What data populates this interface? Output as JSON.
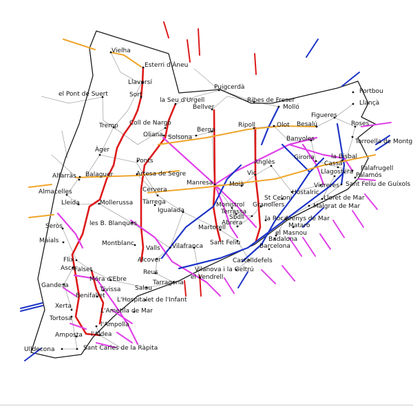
{
  "map": {
    "colors": {
      "border": "#1a1a1a",
      "road": "#a8a8a8",
      "red": "#dd1a1a",
      "magenta": "#e040e8",
      "blue": "#1c33c8",
      "orange": "#f0a52a"
    },
    "towns": [
      {
        "label": "Vielha"
      },
      {
        "label": "Esterri d'Àneu"
      },
      {
        "label": "Llavorsí"
      },
      {
        "label": "el Pont de Suert"
      },
      {
        "label": "Sort"
      },
      {
        "label": "la Seu d'Urgell"
      },
      {
        "label": "Puigcerdà"
      },
      {
        "label": "Bellver"
      },
      {
        "label": "Ribes de Freser"
      },
      {
        "label": "Molló"
      },
      {
        "label": "Portbou"
      },
      {
        "label": "Llançà"
      },
      {
        "label": "Tremp"
      },
      {
        "label": "Coll de Nargó"
      },
      {
        "label": "Oliana"
      },
      {
        "label": "Berga"
      },
      {
        "label": "Solsona"
      },
      {
        "label": "Ripoll"
      },
      {
        "label": "Olot"
      },
      {
        "label": "Besalú"
      },
      {
        "label": "Figueres"
      },
      {
        "label": "Roses"
      },
      {
        "label": "Torroella de Montgrí"
      },
      {
        "label": "Àger"
      },
      {
        "label": "Banyoles"
      },
      {
        "label": "Girona"
      },
      {
        "label": "la Bisbal"
      },
      {
        "label": "Cassà"
      },
      {
        "label": "Llagostera"
      },
      {
        "label": "Palafrugell"
      },
      {
        "label": "Palamós"
      },
      {
        "label": "Sant Feliu de Guíxols"
      },
      {
        "label": "Ponts"
      },
      {
        "label": "Anglès"
      },
      {
        "label": "Vidreres"
      },
      {
        "label": "Hostalric"
      },
      {
        "label": "Balaguer"
      },
      {
        "label": "Artesa de Segre"
      },
      {
        "label": "Alfarràs"
      },
      {
        "label": "Almacelles"
      },
      {
        "label": "Lleida"
      },
      {
        "label": "Mollerussa"
      },
      {
        "label": "Cervera"
      },
      {
        "label": "Tàrrega"
      },
      {
        "label": "Manresa"
      },
      {
        "label": "Moià"
      },
      {
        "label": "Vic"
      },
      {
        "label": "St Celoni"
      },
      {
        "label": "Lloret de Mar"
      },
      {
        "label": "Malgrat de Mar"
      },
      {
        "label": "Igualada"
      },
      {
        "label": "Monistrol"
      },
      {
        "label": "Terrassa"
      },
      {
        "label": "Sbdll"
      },
      {
        "label": "Granollers"
      },
      {
        "label": "la Roca"
      },
      {
        "label": "Arenys de Mar"
      },
      {
        "label": "Seròs"
      },
      {
        "label": "les B. Blanques"
      },
      {
        "label": "Martorell"
      },
      {
        "label": "Abrera"
      },
      {
        "label": "Mataró"
      },
      {
        "label": "el Masnou"
      },
      {
        "label": "Maials"
      },
      {
        "label": "Montblanc"
      },
      {
        "label": "Sant Feliu"
      },
      {
        "label": "Badalona"
      },
      {
        "label": "Barcelona"
      },
      {
        "label": "Valls"
      },
      {
        "label": "Vilafranca"
      },
      {
        "label": "Flix"
      },
      {
        "label": "Ascó"
      },
      {
        "label": "Alcover"
      },
      {
        "label": "Castelldefels"
      },
      {
        "label": "Falset"
      },
      {
        "label": "Reus"
      },
      {
        "label": "el Vendrell"
      },
      {
        "label": "Vilanova i la Geltrú"
      },
      {
        "label": "Móra d'Ebre"
      },
      {
        "label": "Tarragona"
      },
      {
        "label": "Gandesa"
      },
      {
        "label": "Tivissa"
      },
      {
        "label": "Salou"
      },
      {
        "label": "Benifallet"
      },
      {
        "label": "L'Hospitalet de l'Infant"
      },
      {
        "label": "Xerta"
      },
      {
        "label": "L'Ametlla de Mar"
      },
      {
        "label": "Tortosa"
      },
      {
        "label": "l'Ampolla"
      },
      {
        "label": "Amposta"
      },
      {
        "label": "l'Aldea"
      },
      {
        "label": "Ulldecona"
      },
      {
        "label": "Sant Carles de la Ràpita"
      }
    ]
  }
}
